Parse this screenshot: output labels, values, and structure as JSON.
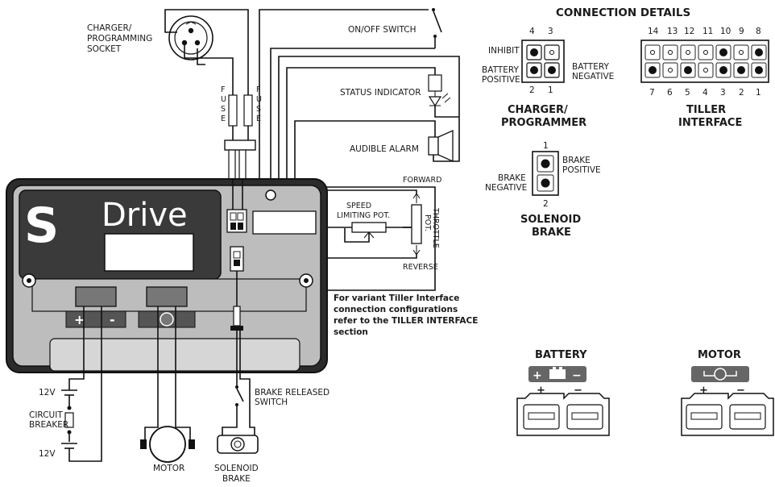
{
  "labels": {
    "charger_socket": [
      "CHARGER/",
      "PROGRAMMING",
      "SOCKET"
    ],
    "fuse": "FUSE",
    "on_off_switch": "ON/OFF SWITCH",
    "status_indicator": "STATUS INDICATOR",
    "audible_alarm": "AUDIBLE ALARM",
    "forward": "FORWARD",
    "reverse": "REVERSE",
    "speed_limiting_pot": [
      "SPEED",
      "LIMITING POT."
    ],
    "throttle_pot": [
      "THROTTLE",
      "POT."
    ],
    "brand": "Drive",
    "brand_letter": "S",
    "note": [
      "For variant Tiller Interface",
      "connection configurations",
      "refer to the TILLER INTERFACE",
      "section"
    ],
    "brake_released_switch": [
      "BRAKE RELEASED",
      "SWITCH"
    ],
    "voltage_top": "12V",
    "voltage_bottom": "12V",
    "circuit_breaker": [
      "CIRCUIT",
      "BREAKER"
    ],
    "motor": "MOTOR",
    "solenoid_brake": [
      "SOLENOID",
      "BRAKE"
    ],
    "plus": "+",
    "minus": "-"
  },
  "details": {
    "title": "CONNECTION DETAILS",
    "charger": {
      "pin_numbers_top": [
        "4",
        "3"
      ],
      "pin_numbers_bottom": [
        "2",
        "1"
      ],
      "inhibit": "INHIBIT",
      "battery_positive": [
        "BATTERY",
        "POSITIVE"
      ],
      "battery_negative": [
        "BATTERY",
        "NEGATIVE"
      ],
      "title": [
        "CHARGER/",
        "PROGRAMMER"
      ]
    },
    "tiller": {
      "pin_numbers_top": [
        "14",
        "13",
        "12",
        "11",
        "10",
        "9",
        "8"
      ],
      "pin_numbers_bottom": [
        "7",
        "6",
        "5",
        "4",
        "3",
        "2",
        "1"
      ],
      "title": [
        "TILLER",
        "INTERFACE"
      ]
    },
    "solenoid": {
      "pin_top": "1",
      "pin_bottom": "2",
      "brake_positive": [
        "BRAKE",
        "POSITIVE"
      ],
      "brake_negative": [
        "BRAKE",
        "NEGATIVE"
      ],
      "title": [
        "SOLENOID",
        "BRAKE"
      ]
    },
    "battery": {
      "title": "BATTERY",
      "plus": "+",
      "minus": "−"
    },
    "motor": {
      "title": "MOTOR",
      "plus": "+",
      "minus": "−"
    }
  }
}
